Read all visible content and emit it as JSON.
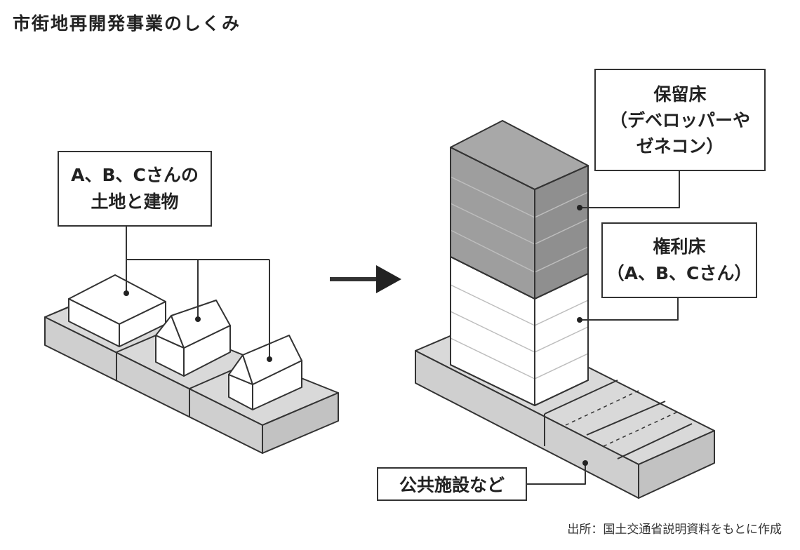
{
  "title": "市街地再開発事業のしくみ",
  "labels": {
    "land_owners": [
      "A、B、Cさんの",
      "土地と建物"
    ],
    "reserved_floor": [
      "保留床",
      "（デベロッパーや",
      "ゼネコン）"
    ],
    "rights_floor": [
      "権利床",
      "（A、B、Cさん）"
    ],
    "public_facilities": "公共施設など"
  },
  "source": "出所：国土交通省説明資料をもとに作成",
  "colors": {
    "ground": "#d9d9d9",
    "ground_side": "#c6c6c6",
    "reserved_block": "#9e9e9e",
    "reserved_block_side": "#8f8f8f",
    "rights_block": "#ffffff",
    "stroke": "#333333"
  },
  "icons": {
    "arrow": "right-arrow-icon"
  }
}
